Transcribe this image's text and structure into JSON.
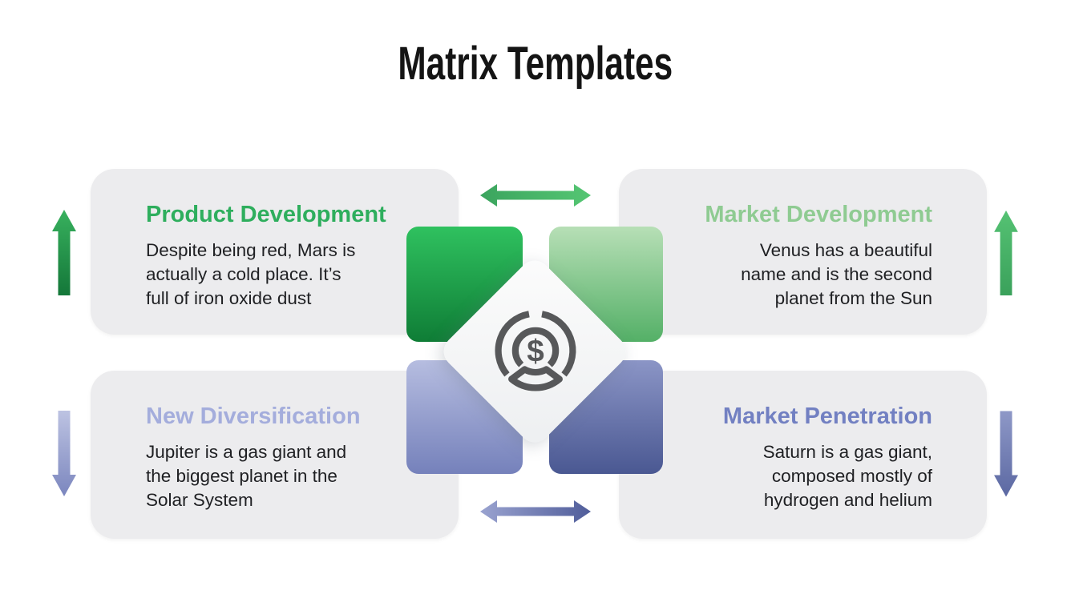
{
  "slide": {
    "title": "Matrix Templates"
  },
  "quadrants": {
    "top_left": {
      "title": "Product Development",
      "body": "Despite being red, Mars is actually a cold place. It’s full of iron oxide dust",
      "title_color": "#2eae5d"
    },
    "top_right": {
      "title": "Market Development",
      "body": "Venus has a beautiful name and is the second planet from the Sun",
      "title_color": "#8fcb92"
    },
    "bottom_left": {
      "title": "New Diversification",
      "body": "Jupiter is a gas giant and the biggest planet in the Solar System",
      "title_color": "#a4addc"
    },
    "bottom_right": {
      "title": "Market Penetration",
      "body": "Saturn is a gas giant, composed mostly of hydrogen and helium",
      "title_color": "#7280c2"
    }
  },
  "center": {
    "icon": "donut-chart-dollar",
    "symbol": "$"
  },
  "colors": {
    "title_text": "#141414",
    "body_text": "#1f2023",
    "card_background": "#ececee",
    "icon_stroke": "#57585a",
    "square_top_left": [
      "#2fc15f",
      "#0f7d36"
    ],
    "square_top_right": [
      "#b7dfb6",
      "#54b067"
    ],
    "square_bottom_left": [
      "#b6bde0",
      "#7581bb"
    ],
    "square_bottom_right": [
      "#8b95c6",
      "#4a5892"
    ],
    "arrow_top": [
      "#3ba45e",
      "#55c673"
    ],
    "arrow_bottom": [
      "#9aa3d0",
      "#505d9a"
    ],
    "arrow_left_up": [
      "#38b15e",
      "#147739"
    ],
    "arrow_left_down": [
      "#bdc3e2",
      "#7b86be"
    ],
    "arrow_right_up": [
      "#55c273",
      "#3aa15b"
    ],
    "arrow_right_down": [
      "#8e98c7",
      "#5b68a2"
    ]
  }
}
